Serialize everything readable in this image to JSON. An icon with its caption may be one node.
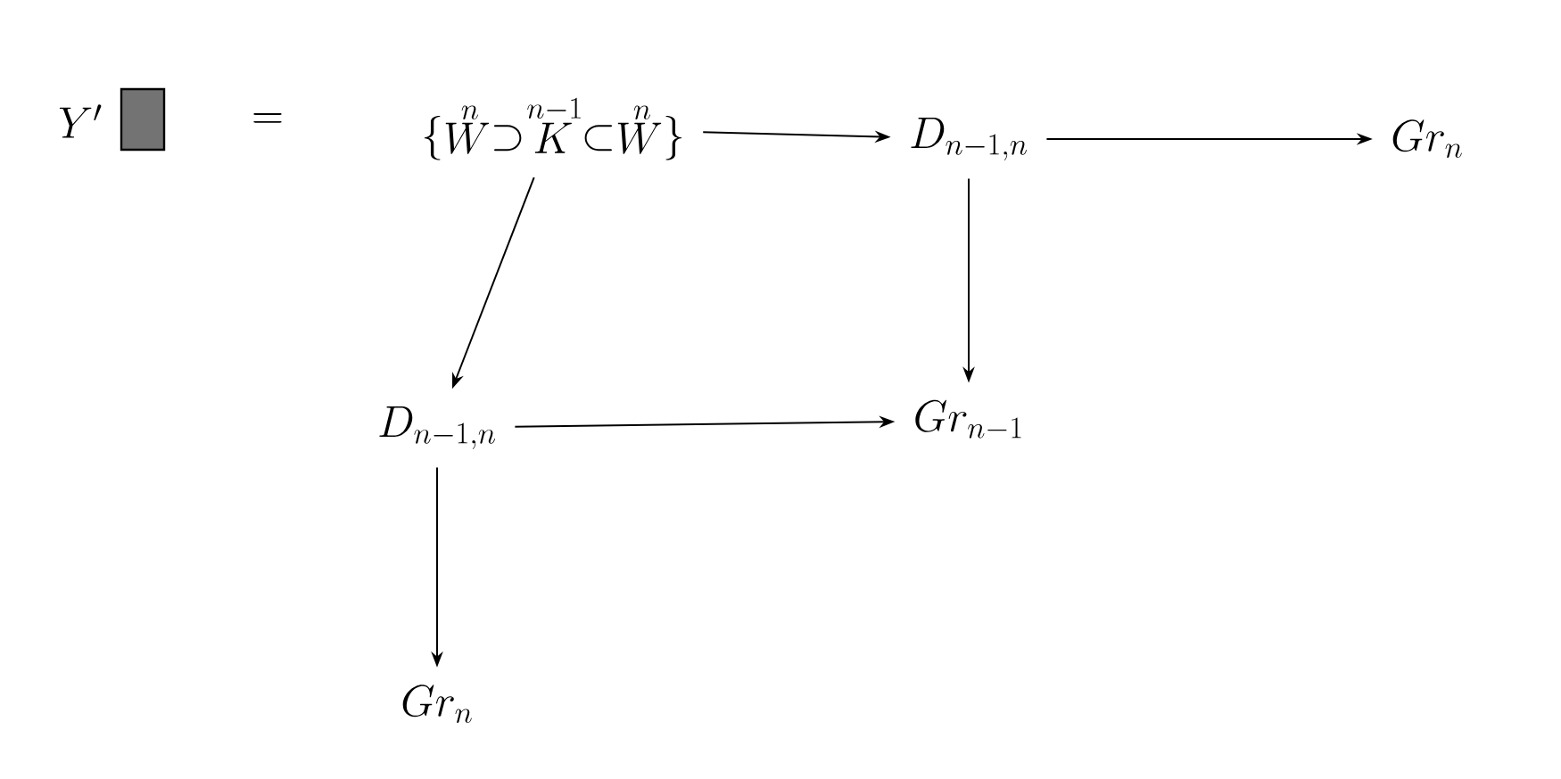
{
  "diagram": {
    "nodes": [
      {
        "text": [
          "\\{\\stackrel{n}{W}\\supset\\stackrel{n-1}{K}\\subset\\stackrel{n}{W}\\}"
        ]
      },
      {
        "text": [
          "D_{n-1,n}"
        ]
      },
      {
        "text": [
          "Gr_{n}"
        ]
      },
      {
        "text": [
          "D_{n-1,n}"
        ]
      },
      {
        "text": [
          "Gr_{n-1}"
        ]
      },
      {
        "text": [
          "Gr_{n}"
        ]
      }
    ],
    "edges": [
      {
        "from": 0,
        "to": 1,
        "arrow": "to"
      },
      {
        "from": 1,
        "to": 2,
        "arrow": "to"
      },
      {
        "from": 0,
        "to": 3,
        "arrow": "to"
      },
      {
        "from": 1,
        "to": 4,
        "arrow": "to"
      },
      {
        "from": 3,
        "to": 4,
        "arrow": "to"
      },
      {
        "from": 3,
        "to": 5,
        "arrow": "to"
      }
    ],
    "labels": [
      "Y'",
      "="
    ]
  }
}
